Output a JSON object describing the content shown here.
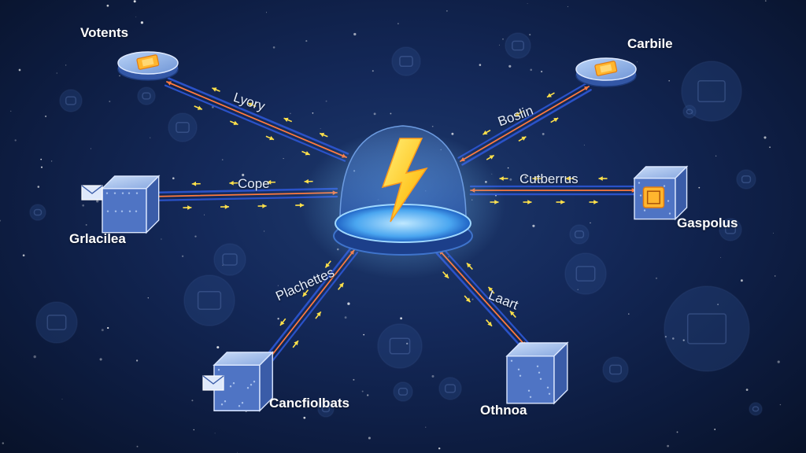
{
  "colors": {
    "background": "#14295a",
    "line_blue": "#2a52c8",
    "line_orange": "#ff7a3d",
    "arrow_yellow": "#ffe14a",
    "hub_glow": "#7cc8ff",
    "bolt": "#ffc928"
  },
  "hub": {
    "icon": "lightning-bolt-icon"
  },
  "nodes": [
    {
      "id": "votents",
      "label": "Votents",
      "icon": "disc-node-icon"
    },
    {
      "id": "carbile",
      "label": "Carbile",
      "icon": "disc-node-icon"
    },
    {
      "id": "grlacilea",
      "label": "Grlacilea",
      "icon": "cube-node-icon"
    },
    {
      "id": "gaspolus",
      "label": "Gaspolus",
      "icon": "cube-node-icon"
    },
    {
      "id": "cancfiolbats",
      "label": "Cancfiolbats",
      "icon": "cube-node-icon"
    },
    {
      "id": "othnoa",
      "label": "Othnoa",
      "icon": "cube-node-icon"
    }
  ],
  "edges": [
    {
      "from": "votents",
      "label": "Lyory"
    },
    {
      "from": "carbile",
      "label": "Boslin"
    },
    {
      "from": "grlacilea",
      "label": "Cope"
    },
    {
      "from": "gaspolus",
      "label": "Cutberrus"
    },
    {
      "from": "cancfiolbats",
      "label": "Plachettes"
    },
    {
      "from": "othnoa",
      "label": "Laart"
    }
  ]
}
